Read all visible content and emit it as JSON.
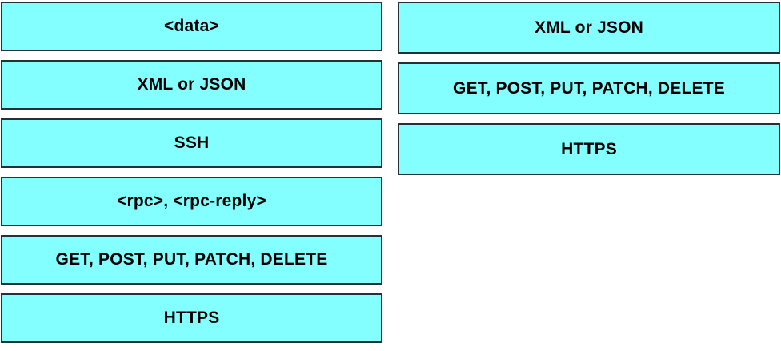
{
  "colors": {
    "box_fill": "#84FFFF",
    "box_border": "#233333",
    "text": "#000000",
    "background": "#FFFFFF"
  },
  "columns": [
    {
      "name": "left",
      "items": [
        "<data>",
        "XML or JSON",
        "SSH",
        "<rpc>, <rpc-reply>",
        "GET, POST, PUT, PATCH, DELETE",
        "HTTPS"
      ]
    },
    {
      "name": "right",
      "items": [
        "XML or JSON",
        "GET, POST, PUT, PATCH, DELETE",
        "HTTPS"
      ]
    }
  ]
}
